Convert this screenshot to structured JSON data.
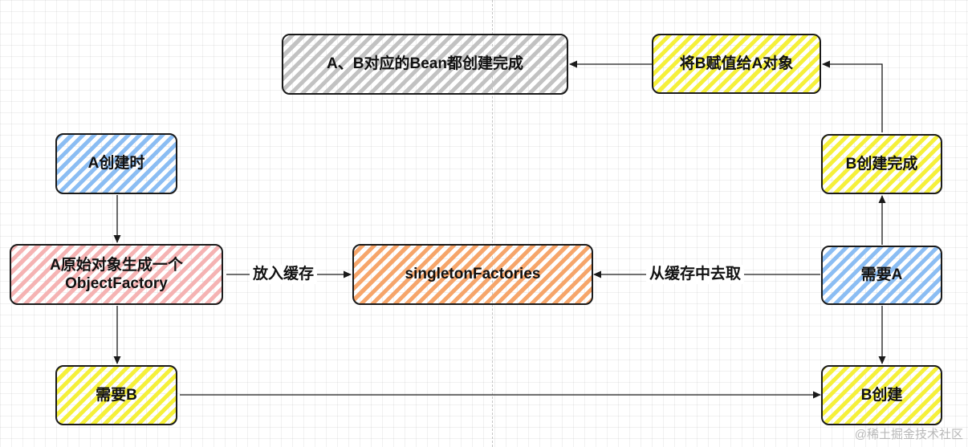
{
  "nodes": {
    "a_create": "A创建时",
    "a_objectfactory": "A原始对象生成一个\nObjectFactory",
    "need_b": "需要B",
    "singleton_factories": "singletonFactories",
    "need_a": "需要A",
    "b_create": "B创建",
    "b_created": "B创建完成",
    "assign_b_to_a": "将B赋值给A对象",
    "all_done": "A、B对应的Bean都创建完成"
  },
  "edges": {
    "put_cache": "放入缓存",
    "get_from_cache": "从缓存中去取"
  },
  "watermark": "@稀土掘金技术社区",
  "colors": {
    "blue": "#8bbdf3",
    "yellow": "#f5f03a",
    "pink": "#f5b3b3",
    "orange": "#f6a56a",
    "gray": "#c2c2c2",
    "stroke": "#1a1a1a"
  }
}
